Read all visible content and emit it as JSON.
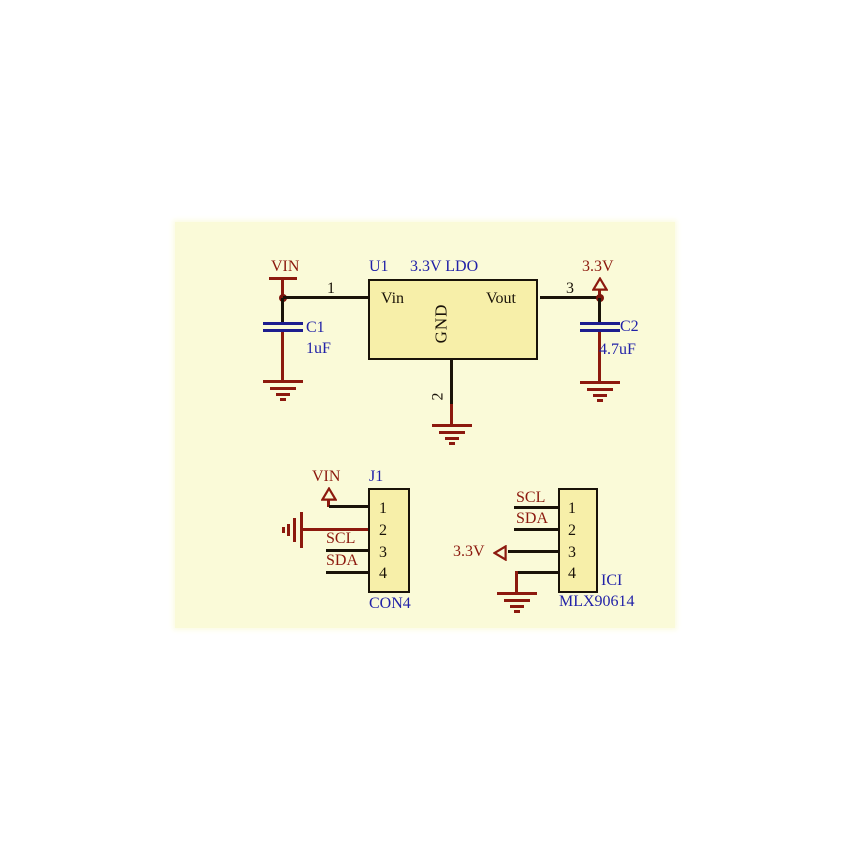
{
  "colors": {
    "canvas_background": "#fafad8",
    "part_fill": "#f7efa9",
    "wire_black": "#191208",
    "power_net_red": "#8c190e",
    "designator_blue": "#2121a8",
    "capacitor_blue": "#1d1d8f",
    "junction_dot": "#7d150c"
  },
  "regulator_circuit": {
    "net_vin": "VIN",
    "net_33v": "3.3V",
    "u1": {
      "ref": "U1",
      "value": "3.3V LDO",
      "pin_in_name": "Vin",
      "pin_out_name": "Vout",
      "pin_gnd_name": "GND",
      "pin_in_num": "1",
      "pin_gnd_num": "2",
      "pin_out_num": "3"
    },
    "c1": {
      "ref": "C1",
      "value": "1uF"
    },
    "c2": {
      "ref": "C2",
      "value": "4.7uF"
    }
  },
  "connector": {
    "ref": "J1",
    "value": "CON4",
    "net_vin": "VIN",
    "net_scl": "SCL",
    "net_sda": "SDA",
    "pins": [
      "1",
      "2",
      "3",
      "4"
    ]
  },
  "sensor": {
    "ref": "ICI",
    "value": "MLX90614",
    "net_scl": "SCL",
    "net_sda": "SDA",
    "net_33v": "3.3V",
    "pins": [
      "1",
      "2",
      "3",
      "4"
    ]
  }
}
